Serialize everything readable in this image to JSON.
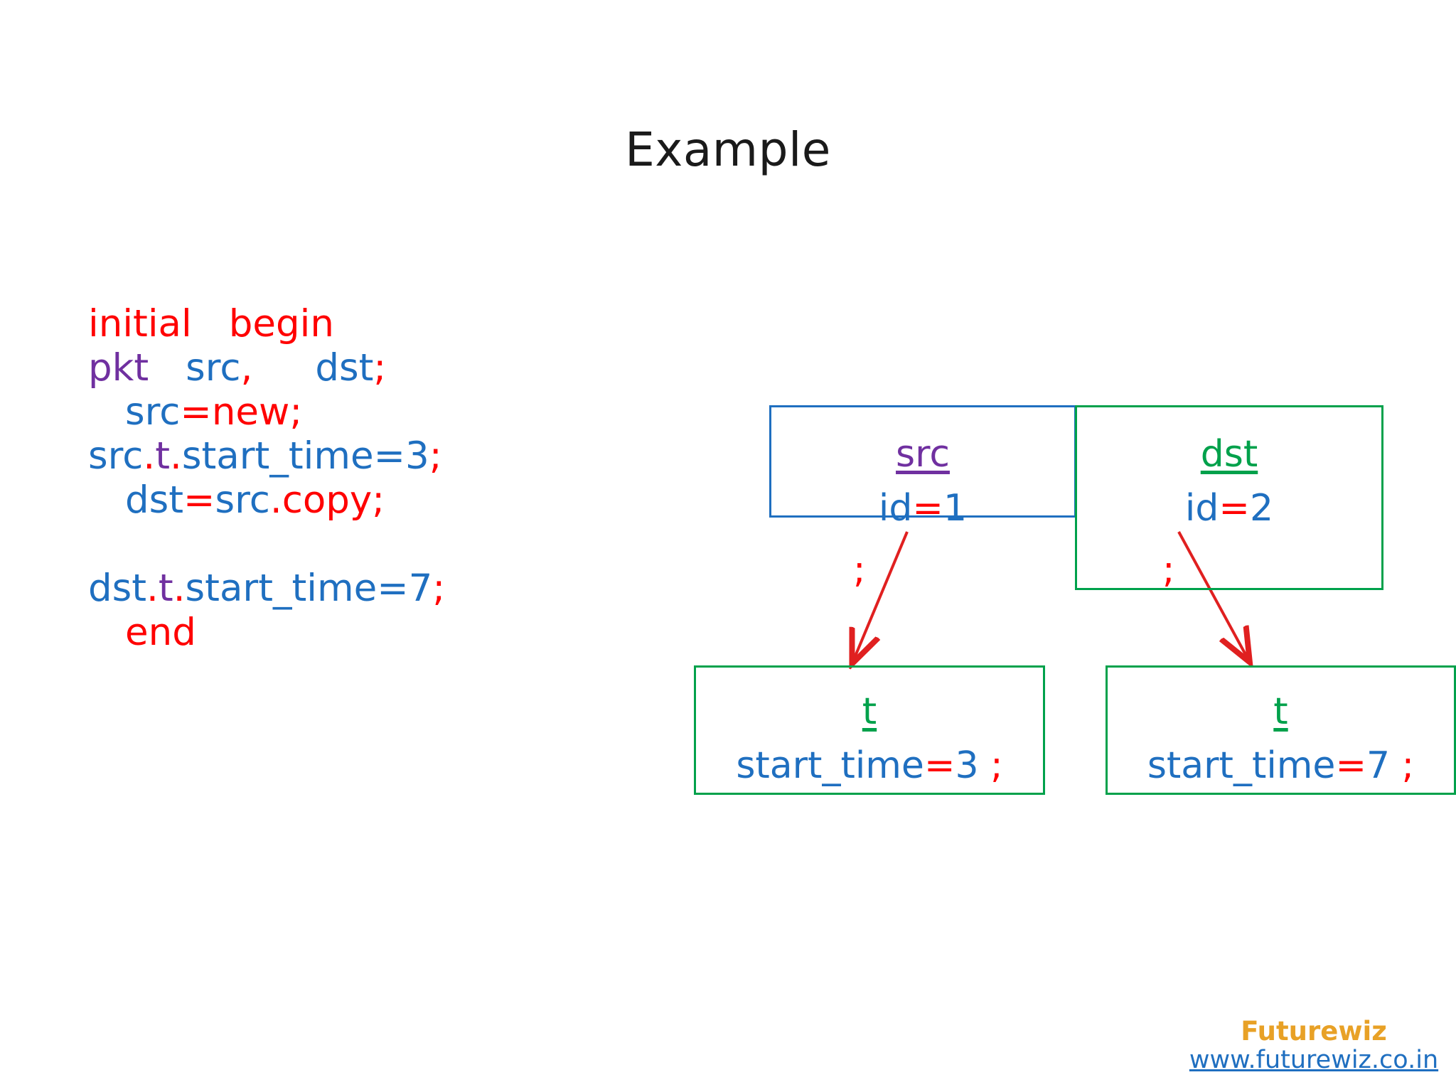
{
  "slide": {
    "title": "Example",
    "background_color": "#ffffff"
  },
  "colors": {
    "keyword_red": "#FF0000",
    "identifier_blue": "#1F6FC0",
    "type_purple": "#7030A0",
    "node_green": "#00A14B",
    "brand_orange": "#E8A126",
    "title_black": "#1a1a1a"
  },
  "code": {
    "full_text": "initial begin pkt src, dst; src=new; src.t.start_time=3; dst=src.copy; dst.t.start_time=7; end",
    "tokens": {
      "initial": "initial",
      "begin": "begin",
      "pkt": "pkt",
      "src": "src",
      "comma": ",",
      "dst": "dst",
      "semi": ";",
      "src2": "src",
      "eq": "=",
      "new": "new",
      "src3": "src",
      "dot": ".",
      "t": "t",
      "start_time": "start_time",
      "three": "3",
      "dst2": "dst",
      "src4": "src",
      "copy": "copy",
      "dst3": "dst",
      "seven": "7",
      "end": "end"
    }
  },
  "diagram": {
    "nodes": [
      {
        "id": "src",
        "title": "src",
        "title_color": "#7030A0",
        "border_color": "#1F6FC0",
        "attr_name": "id",
        "attr_eq": "=",
        "attr_value": "1",
        "trailing_semicolon": ";"
      },
      {
        "id": "dst",
        "title": "dst",
        "title_color": "#00A14B",
        "border_color": "#00A14B",
        "attr_name": "id",
        "attr_eq": "=",
        "attr_value": "2",
        "trailing_semicolon": ";"
      },
      {
        "id": "t-left",
        "title": "t",
        "title_color": "#00A14B",
        "border_color": "#00A14B",
        "attr_name": "start_time",
        "attr_eq": "=",
        "attr_value": "3",
        "trailing_semicolon": ";"
      },
      {
        "id": "t-right",
        "title": "t",
        "title_color": "#00A14B",
        "border_color": "#00A14B",
        "attr_name": "start_time",
        "attr_eq": "=",
        "attr_value": "7",
        "trailing_semicolon": ";"
      }
    ],
    "arrows": [
      {
        "from": "src",
        "to": "t-left",
        "color": "#E02020"
      },
      {
        "from": "dst",
        "to": "t-right",
        "color": "#E02020"
      }
    ]
  },
  "footer": {
    "brand": "Futurewiz",
    "url": "www.futurewiz.co.in"
  }
}
